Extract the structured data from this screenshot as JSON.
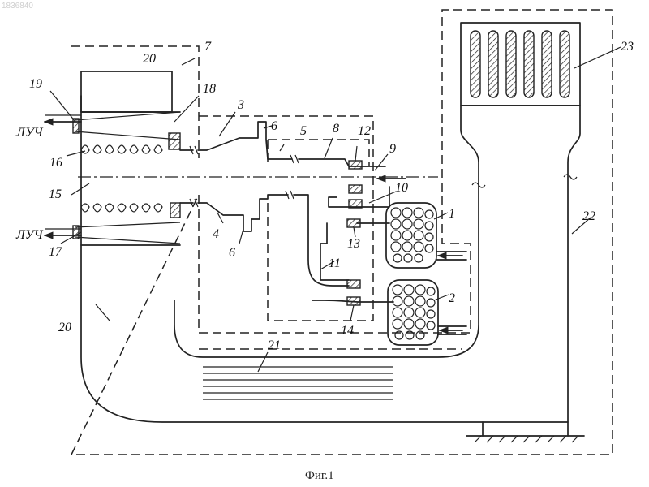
{
  "watermark": "1836840",
  "caption": "Фиг.1",
  "labels": {
    "n1": "1",
    "n2": "2",
    "n3": "3",
    "n4": "4",
    "n5": "5",
    "n6_top": "6",
    "n6_bottom": "6",
    "n7": "7",
    "n8": "8",
    "n9": "9",
    "n10": "10",
    "n11": "11",
    "n12": "12",
    "n13": "13",
    "n14": "14",
    "n15": "15",
    "n16": "16",
    "n17": "17",
    "n18": "18",
    "n19": "19",
    "n20_top": "20",
    "n20_bottom": "20",
    "n21": "21",
    "n22": "22",
    "n23": "23",
    "beam_top": "ЛУЧ",
    "beam_bottom": "ЛУЧ"
  }
}
